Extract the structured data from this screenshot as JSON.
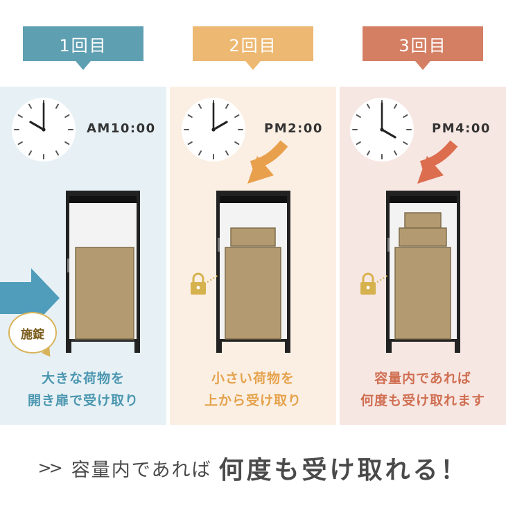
{
  "steps": [
    {
      "tab_label": "1回目",
      "time": "AM10:00",
      "lock_badge": "施錠",
      "caption_line1": "大きな荷物を",
      "caption_line2": "開き扉で受け取り",
      "hour_hand_angle": 300,
      "minute_hand_angle": 0,
      "colors": {
        "tab": "#5f9fb2",
        "panel": "#e7f1f5",
        "caption": "#4b96b0"
      }
    },
    {
      "tab_label": "2回目",
      "time": "PM2:00",
      "caption_line1": "小さい荷物を",
      "caption_line2": "上から受け取り",
      "hour_hand_angle": 60,
      "minute_hand_angle": 0,
      "colors": {
        "tab": "#edb872",
        "panel": "#fbefe3",
        "caption": "#e5a24c"
      }
    },
    {
      "tab_label": "3回目",
      "time": "PM4:00",
      "caption_line1": "容量内であれば",
      "caption_line2": "何度も受け取れます",
      "hour_hand_angle": 120,
      "minute_hand_angle": 0,
      "colors": {
        "tab": "#d47f64",
        "panel": "#f7e7e3",
        "caption": "#cf6f52"
      }
    }
  ],
  "footer": {
    "mark": ">>",
    "lead": "容量内であれば",
    "strong": "何度も受け取れる！"
  },
  "icons": {
    "clock": "clock-icon",
    "arrow": "curved-arrow-icon",
    "entry_arrow": "right-arrow-icon",
    "padlock": "padlock-icon",
    "box": "parcel-box-icon",
    "cabinet": "delivery-box-cabinet-icon"
  }
}
